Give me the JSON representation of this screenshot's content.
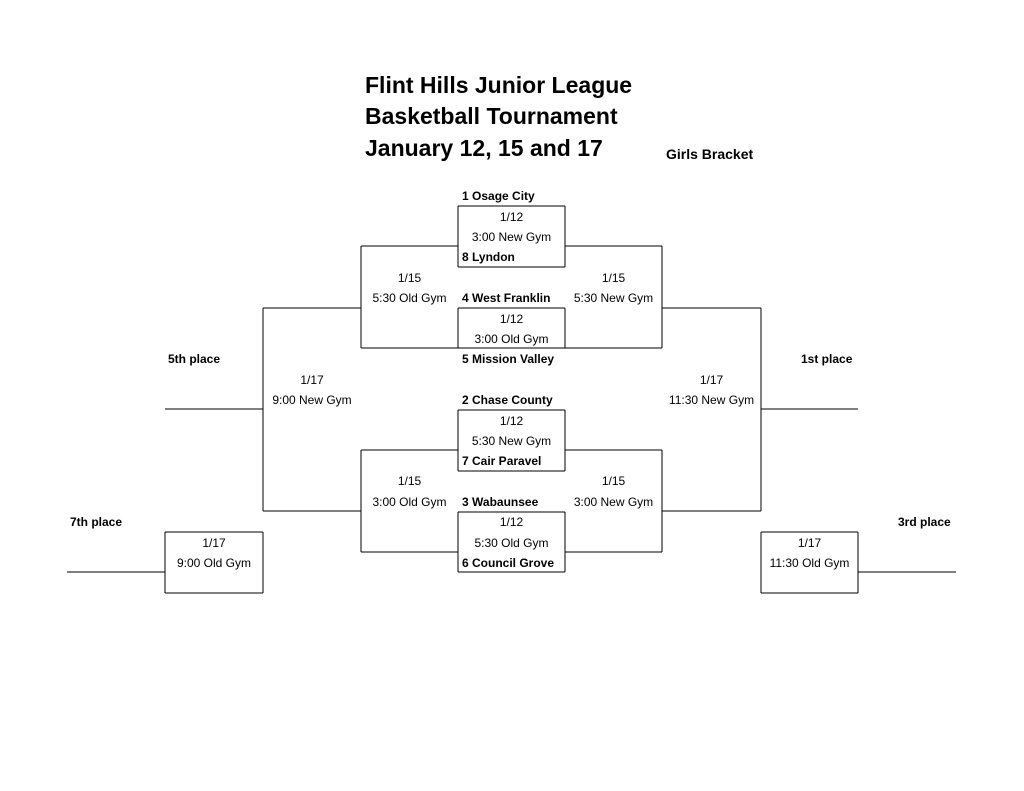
{
  "header": {
    "title_line1": "Flint Hills Junior League",
    "title_line2": "Basketball Tournament",
    "title_line3": "January 12, 15 and 17",
    "bracket_name": "Girls Bracket"
  },
  "teams": {
    "seed1": "1 Osage City",
    "seed8": "8 Lyndon",
    "seed4": "4 West Franklin",
    "seed5": "5 Mission Valley",
    "seed2": "2 Chase County",
    "seed7": "7 Cair Paravel",
    "seed3": "3 Wabaunsee",
    "seed6": "6 Council Grove"
  },
  "games": {
    "r1_g1": {
      "date": "1/12",
      "time": "3:00 New Gym"
    },
    "r1_g2": {
      "date": "1/12",
      "time": "3:00 Old Gym"
    },
    "r1_g3": {
      "date": "1/12",
      "time": "5:30 New Gym"
    },
    "r1_g4": {
      "date": "1/12",
      "time": "5:30 Old Gym"
    },
    "sf_winners_top": {
      "date": "1/15",
      "time": "5:30 New Gym"
    },
    "sf_winners_bottom": {
      "date": "1/15",
      "time": "3:00 New Gym"
    },
    "sf_losers_top": {
      "date": "1/15",
      "time": "5:30 Old Gym"
    },
    "sf_losers_bottom": {
      "date": "1/15",
      "time": "3:00 Old Gym"
    },
    "final_1st": {
      "date": "1/17",
      "time": "11:30 New Gym"
    },
    "final_3rd": {
      "date": "1/17",
      "time": "11:30 Old Gym"
    },
    "final_5th": {
      "date": "1/17",
      "time": "9:00 New Gym"
    },
    "final_7th": {
      "date": "1/17",
      "time": "9:00 Old Gym"
    }
  },
  "places": {
    "first": "1st place",
    "third": "3rd place",
    "fifth": "5th place",
    "seventh": "7th place"
  }
}
